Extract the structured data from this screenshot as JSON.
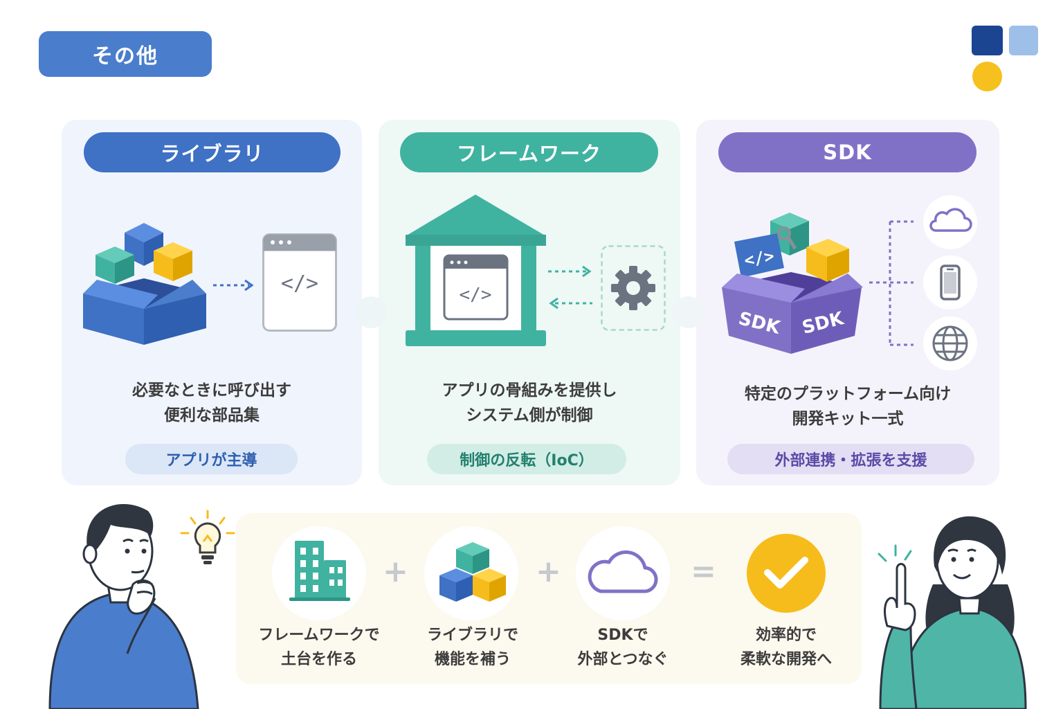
{
  "header": {
    "tag": "その他"
  },
  "panels": [
    {
      "title": "ライブラリ",
      "desc_line1": "必要なときに呼び出す",
      "desc_line2": "便利な部品集",
      "badge": "アプリが主導"
    },
    {
      "title": "フレームワーク",
      "desc_line1": "アプリの骨組みを提供し",
      "desc_line2": "システム側が制御",
      "badge": "制御の反転（IoC）"
    },
    {
      "title": "SDK",
      "desc_line1": "特定のプラットフォーム向け",
      "desc_line2": "開発キット一式",
      "badge": "外部連携・拡張を支援",
      "box_label": "SDK"
    }
  ],
  "icons": {
    "code": "</>"
  },
  "flow": {
    "steps": [
      {
        "line1": "フレームワークで",
        "line2": "土台を作る",
        "icon": "building-icon"
      },
      {
        "line1": "ライブラリで",
        "line2": "機能を補う",
        "icon": "cubes-icon"
      },
      {
        "line1": "SDKで",
        "line2": "外部とつなぐ",
        "icon": "cloud-icon"
      },
      {
        "line1": "効率的で",
        "line2": "柔軟な開発へ",
        "icon": "check-icon"
      }
    ],
    "operators": [
      "+",
      "+",
      "="
    ]
  },
  "colors": {
    "library": "#3f71c4",
    "framework": "#40b2a0",
    "sdk": "#8171c6",
    "accent_yellow": "#f6bc1b",
    "navy": "#1c4591"
  }
}
